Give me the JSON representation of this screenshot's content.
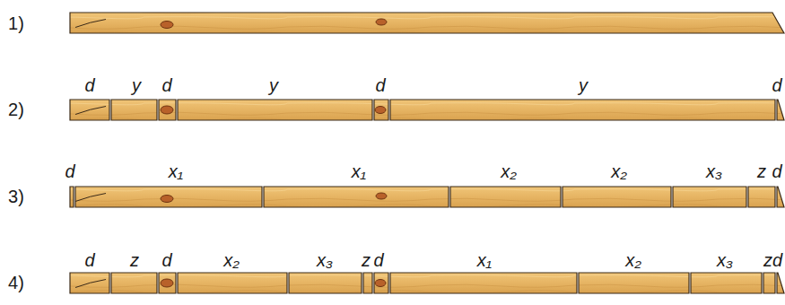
{
  "diagram": {
    "labels": [
      "1)",
      "2)",
      "d",
      "y",
      "d",
      "y",
      "d",
      "y",
      "d",
      "3)",
      "d",
      "x₁",
      "x₁",
      "x₂",
      "x₂",
      "x₃",
      "z",
      "d",
      "4)",
      "d",
      "z",
      "d",
      "x₂",
      "x₃",
      "z",
      "d",
      "x₁",
      "x₂",
      "x₃",
      "z",
      "d"
    ]
  }
}
